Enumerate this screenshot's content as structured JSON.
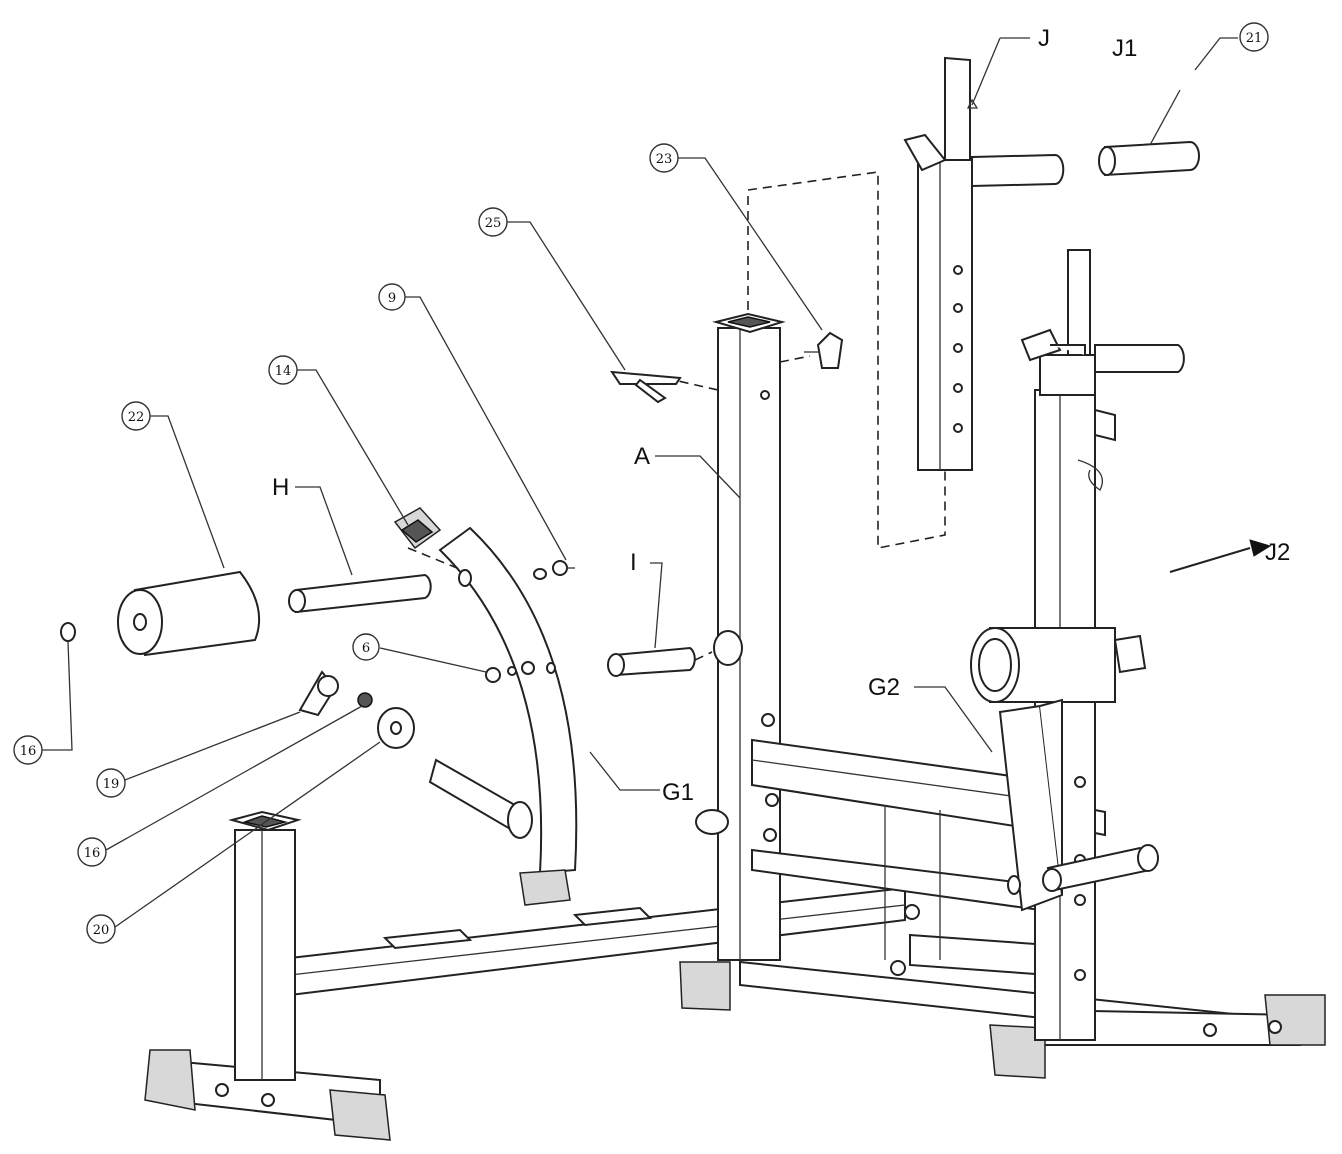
{
  "diagram": {
    "letter_labels": {
      "J": "J",
      "J1": "J1",
      "J2": "J2",
      "A": "A",
      "H": "H",
      "I": "I",
      "G1": "G1",
      "G2": "G2"
    },
    "number_callouts": {
      "c21": "21",
      "c23": "23",
      "c25": "25",
      "c9": "9",
      "c14": "14",
      "c22": "22",
      "c6": "6",
      "c16a": "16",
      "c19": "19",
      "c16b": "16",
      "c20": "20"
    }
  }
}
